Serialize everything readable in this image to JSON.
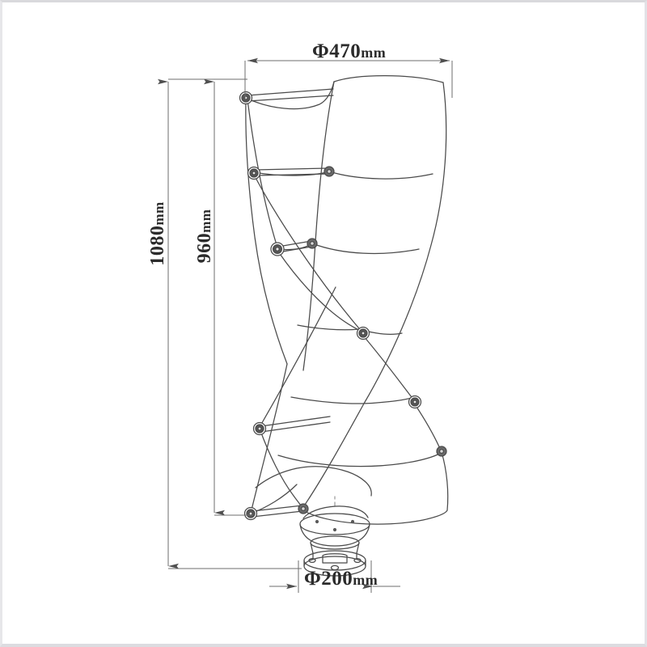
{
  "drawing": {
    "title": "Vertical axis helical wind turbine outline drawing",
    "subject": "helical-vertical-axis-wind-turbine",
    "view": "front elevation",
    "background_color": "#ffffff",
    "line_color": "#4a4a4a",
    "dimension_line_color": "#6e6e6e",
    "text_color": "#2b2b2b"
  },
  "dimensions": {
    "rotor_diameter": {
      "name": "rotor-diameter",
      "symbol": "Φ",
      "value": "470",
      "unit": "mm",
      "text": "Φ470mm",
      "orientation": "horizontal",
      "position": "top",
      "arrows": "outward"
    },
    "base_diameter": {
      "name": "base-diameter",
      "symbol": "Φ",
      "value": "200",
      "unit": "mm",
      "text": "Φ200mm",
      "orientation": "horizontal",
      "position": "bottom",
      "arrows": "inward"
    },
    "total_height": {
      "name": "total-height",
      "value": "1080",
      "unit": "mm",
      "text": "1080mm",
      "orientation": "vertical",
      "position": "left-outer",
      "arrows": "outward"
    },
    "rotor_height": {
      "name": "rotor-height",
      "value": "960",
      "unit": "mm",
      "text": "960mm",
      "orientation": "vertical",
      "position": "left-inner",
      "arrows": "outward"
    }
  },
  "components": [
    {
      "name": "helical-blade-upper",
      "label": "Upper helical blade"
    },
    {
      "name": "helical-blade-lower",
      "label": "Lower helical blade"
    },
    {
      "name": "support-arm",
      "label": "Blade support arm"
    },
    {
      "name": "hub-bolt-joint",
      "label": "Hub bolt joint"
    },
    {
      "name": "generator-housing",
      "label": "Generator housing"
    },
    {
      "name": "mounting-flange",
      "label": "Mounting flange"
    },
    {
      "name": "center-shaft",
      "label": "Center shaft"
    }
  ]
}
